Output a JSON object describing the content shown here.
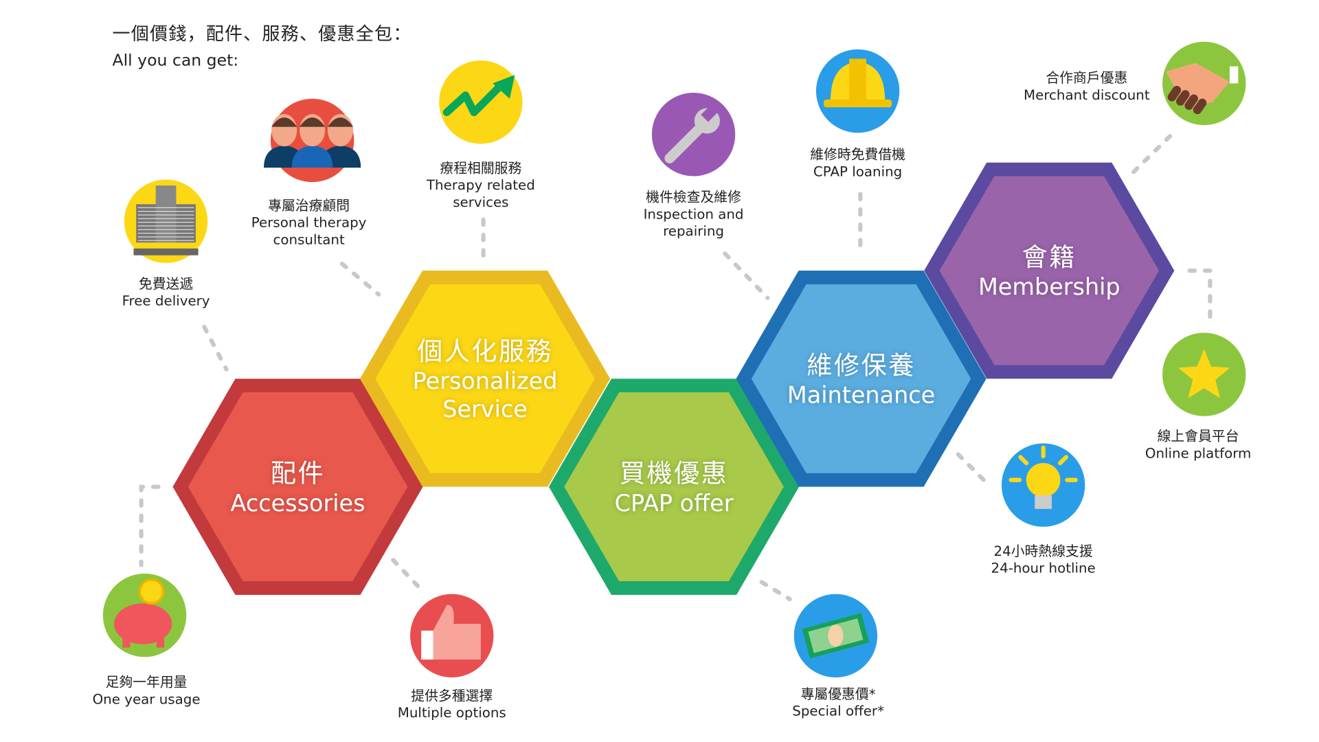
{
  "header": {
    "title": "一個價錢，配件、服務、優惠全包：",
    "subtitle": "All you can get:"
  },
  "hexagons": [
    {
      "zh": "配件",
      "en": "Accessories",
      "outer": "#c23a3b",
      "inner": "#e8584c"
    },
    {
      "zh": "個人化服務",
      "en": "Personalized",
      "en2": "Service",
      "outer": "#e9bb20",
      "inner": "#fcd716"
    },
    {
      "zh": "買機優惠",
      "en": "CPAP offer",
      "outer": "#1da96b",
      "inner": "#a8c94a"
    },
    {
      "zh": "維修保養",
      "en": "Maintenance",
      "outer": "#1f6fb4",
      "inner": "#5badE0"
    },
    {
      "zh": "會籍",
      "en": "Membership",
      "outer": "#5b4aa0",
      "inner": "#9a64ab"
    }
  ],
  "items": [
    {
      "zh": "免費送遞",
      "en": "Free delivery",
      "icon": "building-icon",
      "color": "#fcd716"
    },
    {
      "zh": "專屬治療顧問",
      "en": "Personal therapy",
      "en2": "consultant",
      "icon": "team-icon",
      "color": "#e84e3f"
    },
    {
      "zh": "療程相關服務",
      "en": "Therapy related",
      "en2": "services",
      "icon": "trend-arrow-icon",
      "color": "#fcd716"
    },
    {
      "zh": "機件檢查及維修",
      "en": "Inspection and",
      "en2": "repairing",
      "icon": "wrench-icon",
      "color": "#9a58b5"
    },
    {
      "zh": "維修時免費借機",
      "en": "CPAP loaning",
      "icon": "hard-hat-icon",
      "color": "#2a9de8"
    },
    {
      "zh": "合作商戶優惠",
      "en": "Merchant discount",
      "icon": "handshake-icon",
      "color": "#8cc63f"
    },
    {
      "zh": "線上會員平台",
      "en": "Online platform",
      "icon": "star-icon",
      "color": "#8cc63f"
    },
    {
      "zh": "24小時熱線支援",
      "en": "24-hour hotline",
      "icon": "lightbulb-icon",
      "color": "#2a9de8"
    },
    {
      "zh": "專屬優惠價*",
      "en": "Special offer*",
      "icon": "money-icon",
      "color": "#2a9de8"
    },
    {
      "zh": "提供多種選擇",
      "en": "Multiple options",
      "icon": "thumbs-up-icon",
      "color": "#e84e4f"
    },
    {
      "zh": "足夠一年用量",
      "en": "One year usage",
      "icon": "piggy-bank-icon",
      "color": "#8cc63f"
    }
  ]
}
